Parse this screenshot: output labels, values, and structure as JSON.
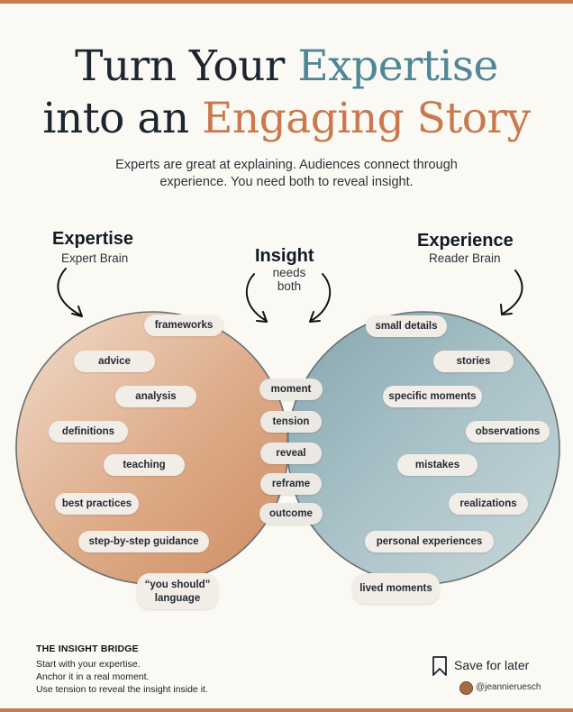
{
  "title": {
    "line1_plain": "Turn Your ",
    "line1_accent": "Expertise",
    "line2_plain": "into an ",
    "line2_accent": "Engaging Story"
  },
  "subtitle": {
    "line1": "Experts are great at explaining. Audiences connect through",
    "line2": "experience.  You need both to reveal insight."
  },
  "labels": {
    "expertise": {
      "title": "Expertise",
      "subtitle": "Expert Brain"
    },
    "insight": {
      "title": "Insight",
      "sub1": "needs",
      "sub2": "both"
    },
    "experience": {
      "title": "Experience",
      "subtitle": "Reader Brain"
    }
  },
  "expertise_items": [
    "frameworks",
    "advice",
    "analysis",
    "definitions",
    "teaching",
    "best practices",
    "step-by-step guidance",
    "“you should” language"
  ],
  "insight_items": [
    "moment",
    "tension",
    "reveal",
    "reframe",
    "outcome"
  ],
  "experience_items": [
    "small details",
    "stories",
    "specific moments",
    "observations",
    "mistakes",
    "realizations",
    "personal experiences",
    "lived moments"
  ],
  "footer": {
    "heading": "THE INSIGHT BRIDGE",
    "lines": [
      "Start with your expertise.",
      "Anchor it in a real moment.",
      "Use tension to reveal the insight inside it."
    ],
    "save_label": "Save for later",
    "handle": "@jeannieruesch"
  },
  "colors": {
    "accent_orange": "#c8794e",
    "accent_blue": "#4f8797",
    "background": "#fbf9f4",
    "text": "#1c2530"
  }
}
